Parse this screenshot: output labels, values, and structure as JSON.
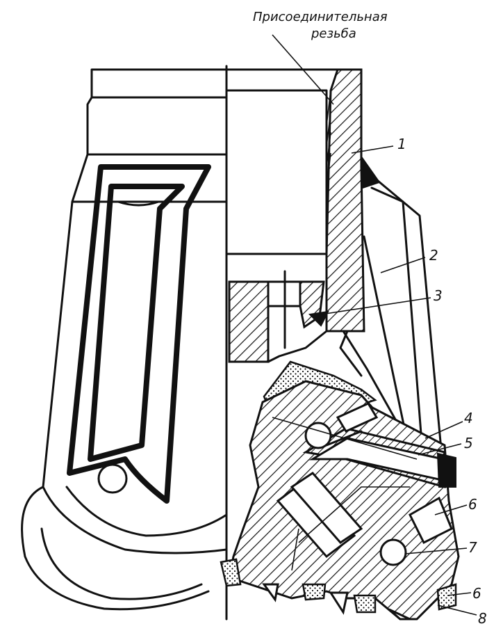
{
  "caption": {
    "line1": "Присоединительная",
    "line2": "резьба"
  },
  "callouts": [
    {
      "id": "1",
      "text": "1"
    },
    {
      "id": "2",
      "text": "2"
    },
    {
      "id": "3",
      "text": "3"
    },
    {
      "id": "4",
      "text": "4"
    },
    {
      "id": "5",
      "text": "5"
    },
    {
      "id": "6",
      "text": "6"
    },
    {
      "id": "7",
      "text": "7"
    },
    {
      "id": "6b",
      "text": "6"
    },
    {
      "id": "8",
      "text": "8"
    }
  ]
}
